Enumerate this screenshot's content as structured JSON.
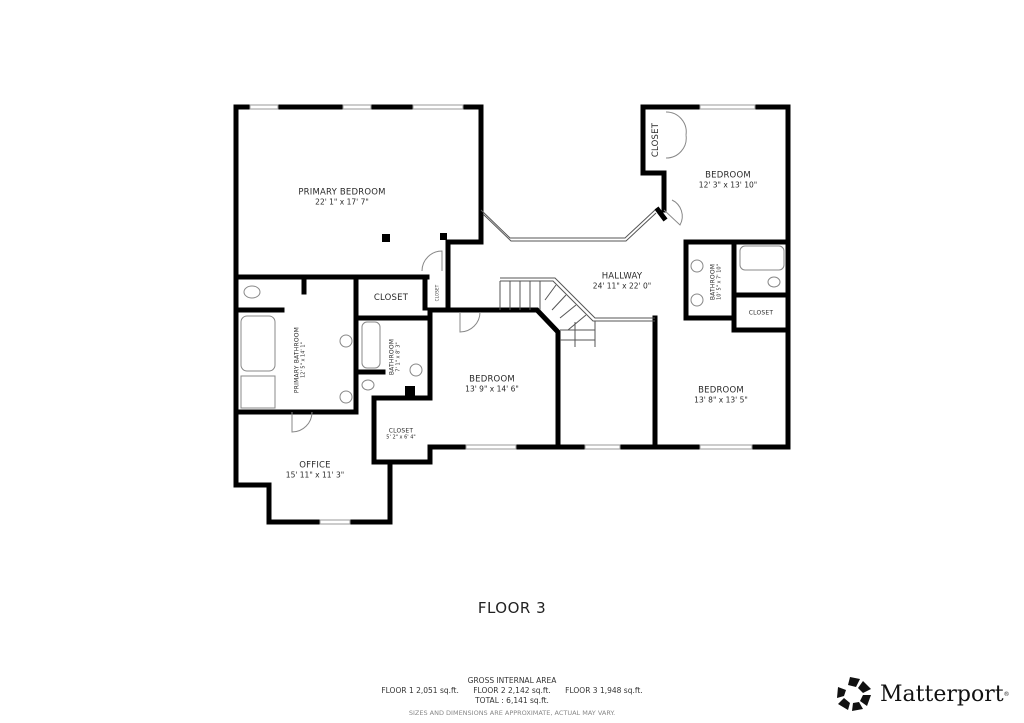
{
  "floor_title": "FLOOR 3",
  "rooms": {
    "primary_bedroom": {
      "name": "PRIMARY BEDROOM",
      "dims": "22' 1\" x 17' 7\""
    },
    "bedroom_ne": {
      "name": "BEDROOM",
      "dims": "12' 3\" x 13' 10\""
    },
    "closet_ne": {
      "name": "CLOSET"
    },
    "hallway": {
      "name": "HALLWAY",
      "dims": "24' 11\" x 22' 0\""
    },
    "closet_mid": {
      "name": "CLOSET"
    },
    "closet_tiny": {
      "name": "CLOSET"
    },
    "primary_bathroom": {
      "name": "PRIMARY BATHROOM",
      "dims": "12' 5\" x 14' 1\""
    },
    "bathroom_mid": {
      "name": "BATHROOM",
      "dims": "7' 1\" x 8' 3\""
    },
    "closet_office": {
      "name": "CLOSET",
      "dims": "5' 2\" x 6' 4\""
    },
    "office": {
      "name": "OFFICE",
      "dims": "15' 11\" x 11' 3\""
    },
    "bedroom_center": {
      "name": "BEDROOM",
      "dims": "13' 9\" x 14' 6\""
    },
    "bathroom_east": {
      "name": "BATHROOM",
      "dims": "10' 5\" x 7' 10\""
    },
    "closet_east": {
      "name": "CLOSET"
    },
    "bedroom_se": {
      "name": "BEDROOM",
      "dims": "13' 8\" x 13' 5\""
    }
  },
  "gross_area": {
    "title": "GROSS INTERNAL AREA",
    "floor1": "FLOOR 1 2,051 sq.ft.",
    "floor2": "FLOOR 2 2,142 sq.ft.",
    "floor3": "FLOOR 3 1,948 sq.ft.",
    "total": "TOTAL :  6,141 sq.ft.",
    "disclaimer": "SIZES AND DIMENSIONS ARE APPROXIMATE, ACTUAL MAY VARY."
  },
  "brand": {
    "name": "Matterport",
    "icon": "matterport-logo-icon",
    "registered": "®"
  }
}
